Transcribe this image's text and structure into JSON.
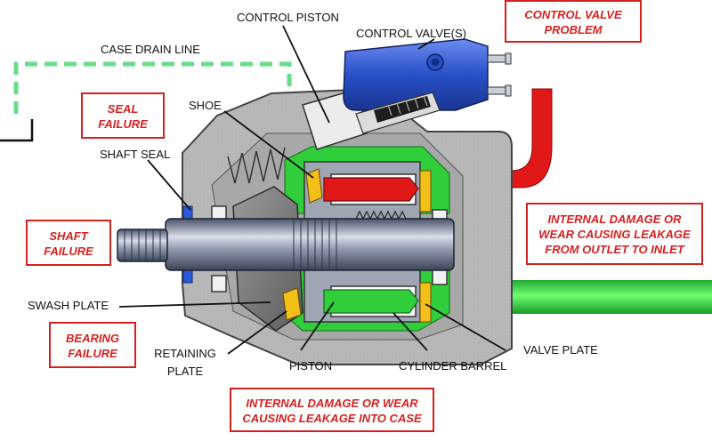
{
  "labels": {
    "control_piston": "CONTROL PISTON",
    "control_valves": "CONTROL VALVE(S)",
    "case_drain_line": "CASE DRAIN LINE",
    "shoe": "SHOE",
    "shaft_seal": "SHAFT SEAL",
    "swash_plate": "SWASH PLATE",
    "retaining_plate_1": "RETAINING",
    "retaining_plate_2": "PLATE",
    "piston": "PISTON",
    "cylinder_barrel": "CYLINDER BARREL",
    "valve_plate": "VALVE PLATE"
  },
  "failures": {
    "control_valve_problem": [
      "CONTROL VALVE",
      "PROBLEM"
    ],
    "seal_failure": [
      "SEAL",
      "FAILURE"
    ],
    "shaft_failure": [
      "SHAFT",
      "FAILURE"
    ],
    "bearing_failure": [
      "BEARING",
      "FAILURE"
    ],
    "internal_leak_outlet_inlet": [
      "INTERNAL DAMAGE OR",
      "WEAR CAUSING LEAKAGE",
      "FROM OUTLET TO INLET"
    ],
    "internal_leak_into_case": [
      "INTERNAL DAMAGE OR WEAR",
      "CAUSING LEAKAGE INTO CASE"
    ]
  },
  "colors": {
    "failure_red": "#d62020",
    "housing_gray": "#b9b9b9",
    "case_oil_green": "#2fce3a",
    "pressure_red": "#e01818",
    "drain_line_green": "#66dd88",
    "valve_blue": "#2850c8",
    "shaft_steel": "#8a94a8",
    "valve_plate_yellow": "#f2c018"
  }
}
